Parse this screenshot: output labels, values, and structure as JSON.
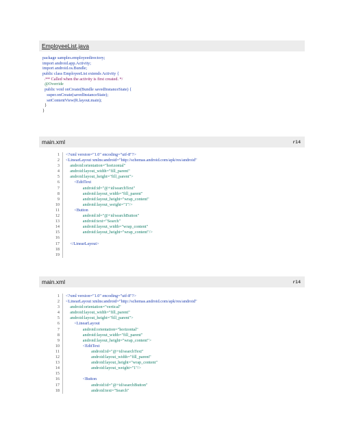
{
  "sections": {
    "java": {
      "title": "EmployeeList.java",
      "lines": [
        "package samples.employeedirectory;",
        "import android.app.Activity;",
        "import android.os.Bundle;",
        "public class EmployeeList extends Activity {",
        "  /** Called when the activity is first created. */",
        "  @Override",
        "  public void onCreate(Bundle savedInstanceState) {",
        "    super.onCreate(savedInstanceState);",
        "    setContentView(R.layout.main);",
        "  }",
        "}"
      ]
    },
    "xml1": {
      "title": "main.xml",
      "badge": "r14",
      "lines": [
        {
          "n": "1",
          "code": "<?xml version=\"1.0\" encoding=\"utf-8\"?>"
        },
        {
          "n": "2",
          "code": "<LinearLayout xmlns:android=\"http://schemas.android.com/apk/res/android\""
        },
        {
          "n": "3",
          "code": "    android:orientation=\"horizontal\""
        },
        {
          "n": "4",
          "code": "    android:layout_width=\"fill_parent\""
        },
        {
          "n": "5",
          "code": "    android:layout_height=\"fill_parent\">"
        },
        {
          "n": "6",
          "code": "        <EditText"
        },
        {
          "n": "7",
          "code": "                android:id=\"@+id/searchText\""
        },
        {
          "n": "8",
          "code": "                android:layout_width=\"fill_parent\""
        },
        {
          "n": "9",
          "code": "                android:layout_height=\"wrap_content\""
        },
        {
          "n": "10",
          "code": "                android:layout_weight=\"1\"/>"
        },
        {
          "n": "11",
          "code": "        <Button"
        },
        {
          "n": "12",
          "code": "                android:id=\"@+id/searchButton\""
        },
        {
          "n": "13",
          "code": "                android:text=\"Search\""
        },
        {
          "n": "14",
          "code": "                android:layout_width=\"wrap_content\""
        },
        {
          "n": "15",
          "code": "                android:layout_height=\"wrap_content\"/>"
        },
        {
          "n": "16",
          "code": ""
        },
        {
          "n": "17",
          "code": "    </LinearLayout>"
        },
        {
          "n": "18",
          "code": ""
        },
        {
          "n": "19",
          "code": ""
        }
      ]
    },
    "xml2": {
      "title": "main.xml",
      "badge": "r14",
      "lines": [
        {
          "n": "1",
          "code": "<?xml version=\"1.0\" encoding=\"utf-8\"?>"
        },
        {
          "n": "2",
          "code": "<LinearLayout xmlns:android=\"http://schemas.android.com/apk/res/android\""
        },
        {
          "n": "3",
          "code": "    android:orientation=\"vertical\""
        },
        {
          "n": "4",
          "code": "    android:layout_width=\"fill_parent\""
        },
        {
          "n": "5",
          "code": "    android:layout_height=\"fill_parent\">"
        },
        {
          "n": "6",
          "code": "        <LinearLayout"
        },
        {
          "n": "7",
          "code": "                android:orientation=\"horizontal\""
        },
        {
          "n": "8",
          "code": "                android:layout_width=\"fill_parent\""
        },
        {
          "n": "9",
          "code": "                android:layout_height=\"wrap_content\">"
        },
        {
          "n": "10",
          "code": "                <EditText"
        },
        {
          "n": "11",
          "code": "                        android:id=\"@+id/searchText\""
        },
        {
          "n": "12",
          "code": "                        android:layout_width=\"fill_parent\""
        },
        {
          "n": "13",
          "code": "                        android:layout_height=\"wrap_content\""
        },
        {
          "n": "14",
          "code": "                        android:layout_weight=\"1\"/>"
        },
        {
          "n": "15",
          "code": ""
        },
        {
          "n": "16",
          "code": "                <Button"
        },
        {
          "n": "17",
          "code": "                        android:id=\"@+id/searchButton\""
        },
        {
          "n": "18",
          "code": "                        android:text=\"Search\""
        }
      ]
    }
  },
  "colors": {
    "keyword": "#1f3fb0",
    "comment": "#8a1a6a",
    "annotation": "#2f7f5a",
    "string": "#177f6a",
    "bar_background": "#ececec"
  }
}
